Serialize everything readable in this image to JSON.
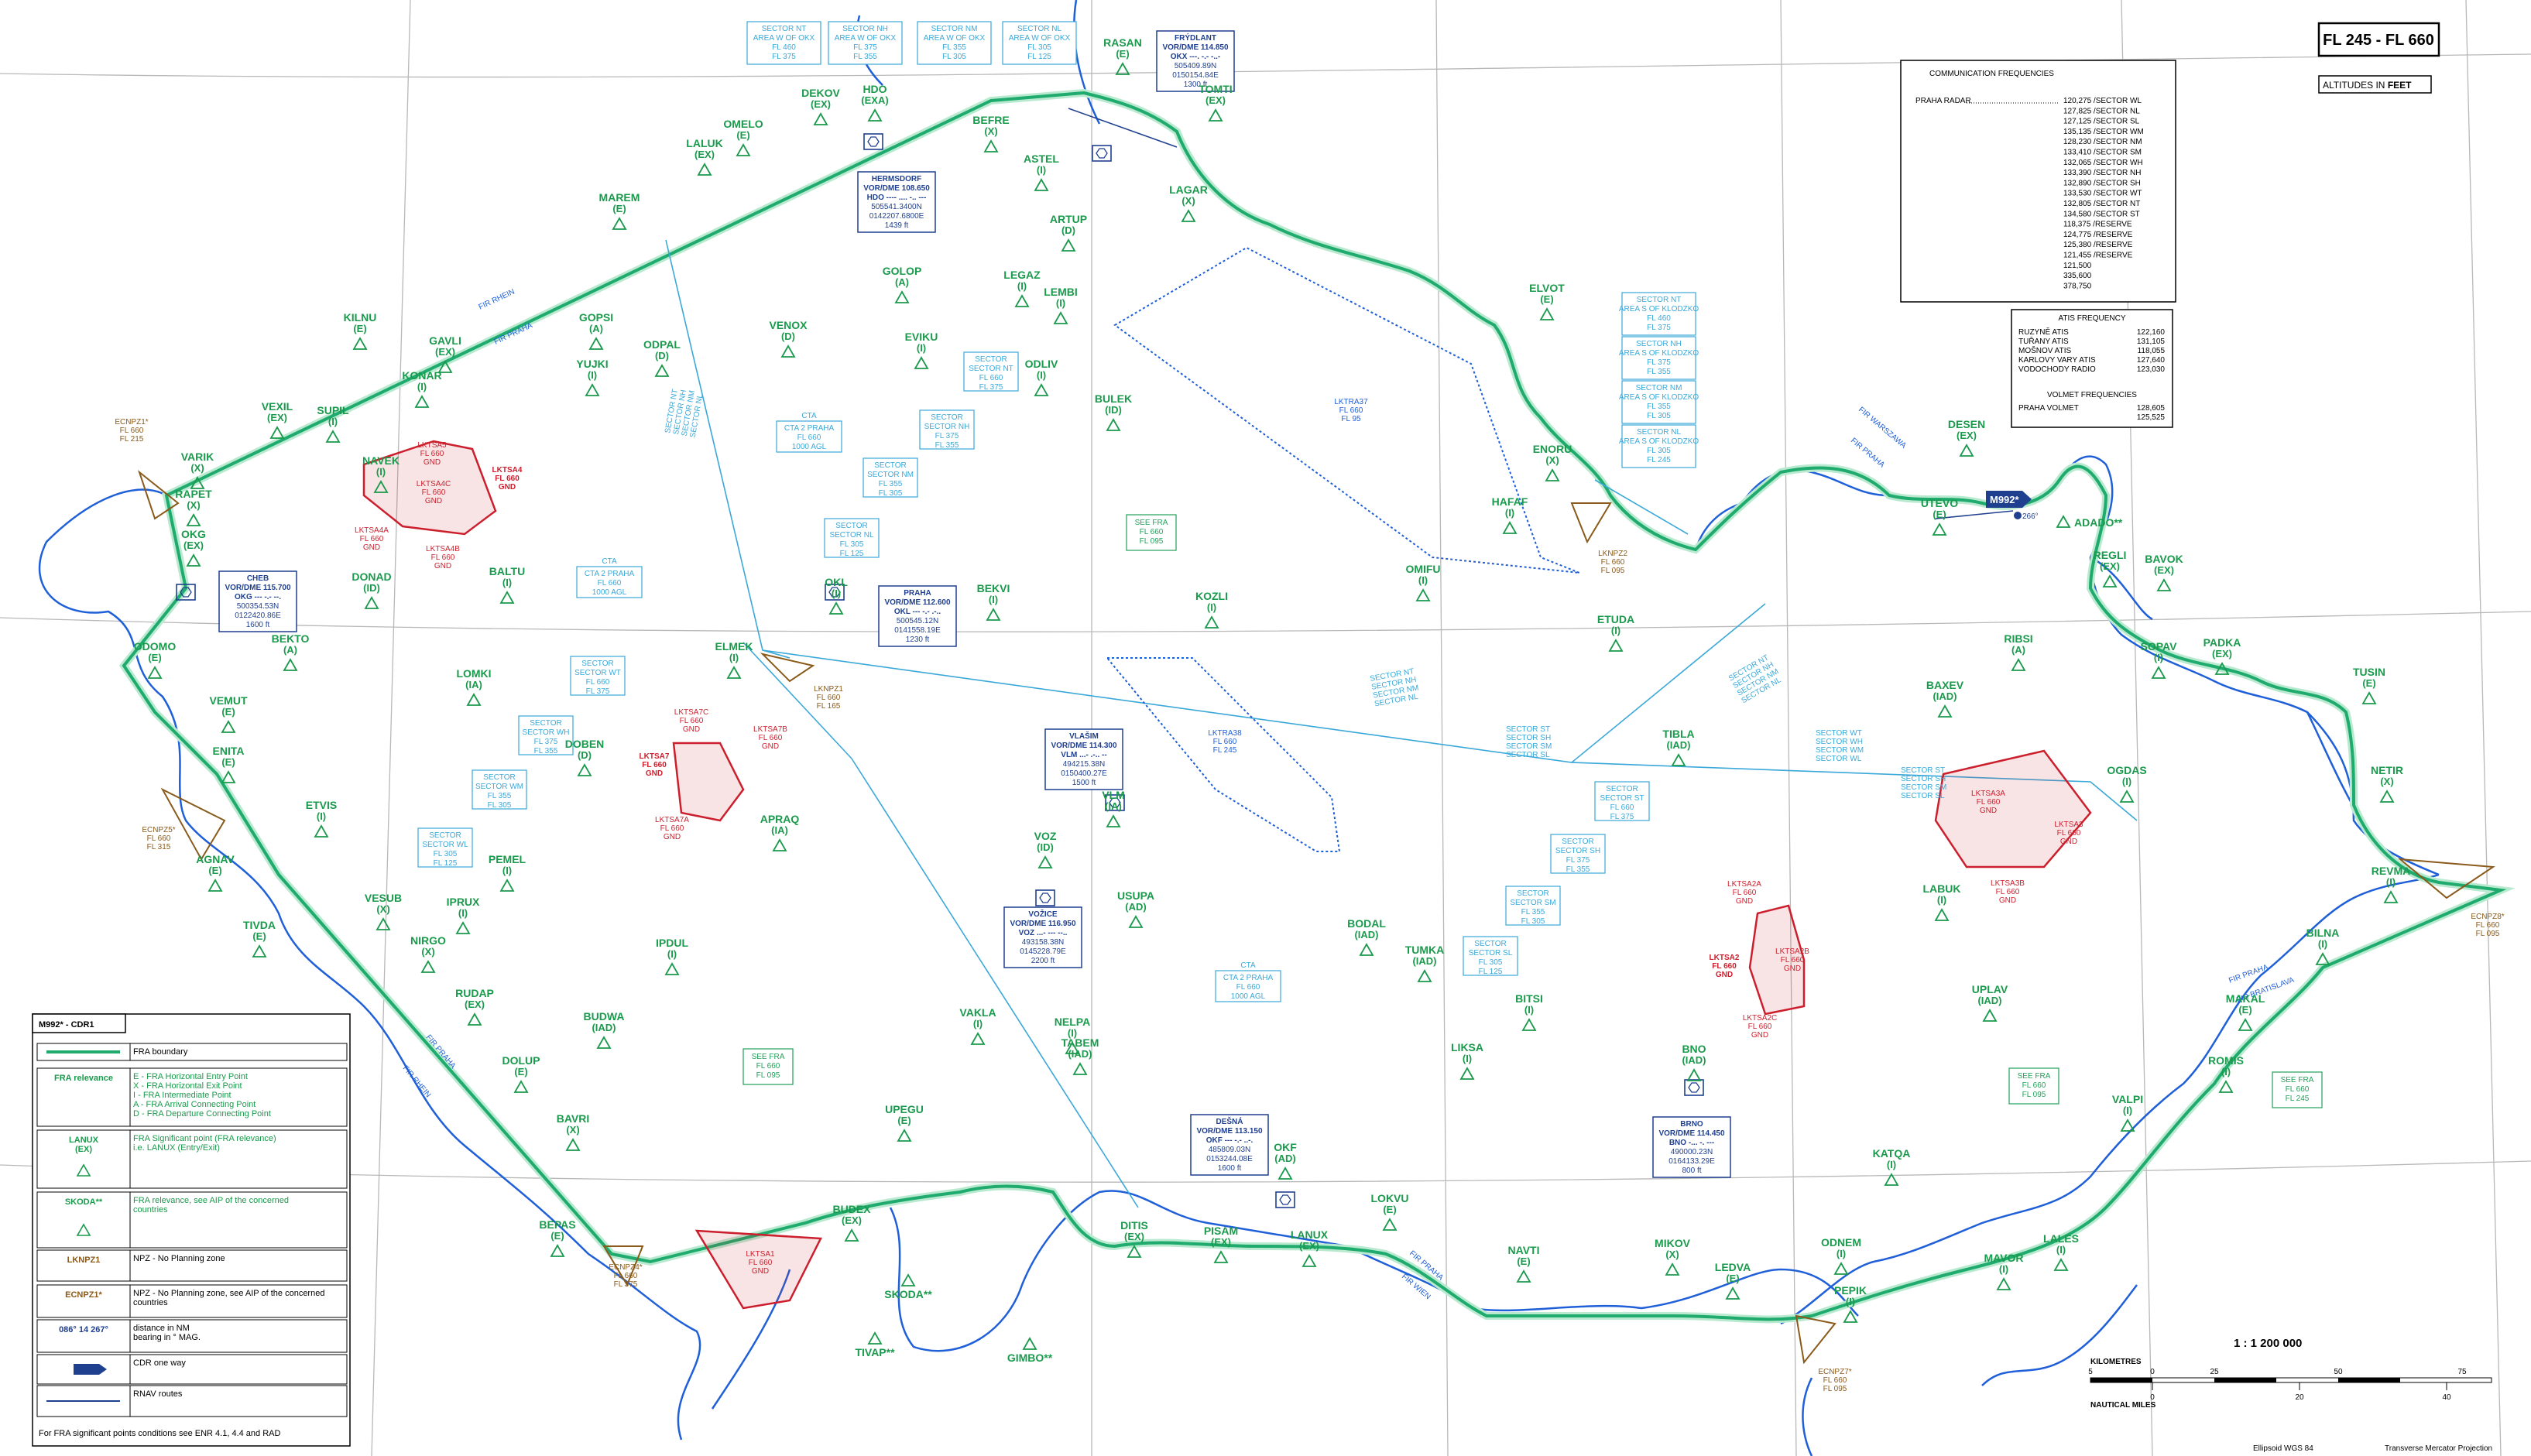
{
  "title": "FL 245 - FL 660",
  "altitudes_note": "ALTITUDES IN",
  "altitudes_unit": "FEET",
  "comm": {
    "heading": "COMMUNICATION FREQUENCIES",
    "station": "PRAHA RADAR",
    "rows": [
      "120,275 /SECTOR WL",
      "127,825 /SECTOR NL",
      "127,125 /SECTOR SL",
      "135,135 /SECTOR WM",
      "128,230 /SECTOR NM",
      "133,410 /SECTOR SM",
      "132,065 /SECTOR WH",
      "133,390 /SECTOR NH",
      "132,890 /SECTOR SH",
      "133,530 /SECTOR WT",
      "132,805 /SECTOR NT",
      "134,580 /SECTOR ST",
      "118,375 /RESERVE",
      "124,775 /RESERVE",
      "125,380 /RESERVE",
      "121,455 /RESERVE",
      "121,500",
      "335,600",
      "378,750"
    ]
  },
  "atis": {
    "heading": "ATIS FREQUENCY",
    "rows": [
      [
        "RUZYNĚ ATIS",
        "122,160"
      ],
      [
        "TUŘANY ATIS",
        "131,105"
      ],
      [
        "MOŠNOV ATIS",
        "118,055"
      ],
      [
        "KARLOVY VARY ATIS",
        "127,640"
      ],
      [
        "VODOCHODY RADIO",
        "123,030"
      ]
    ],
    "volmet_heading": "VOLMET FREQUENCIES",
    "volmet": [
      [
        "PRAHA VOLMET",
        "128,605"
      ],
      [
        "",
        "125,525"
      ]
    ]
  },
  "legend": {
    "title": "M992* - CDR1",
    "rows": [
      {
        "left": "",
        "text": "FRA boundary"
      },
      {
        "left": "FRA relevance",
        "text": "E - FRA Horizontal Entry Point\nX - FRA Horizontal Exit Point\nI - FRA Intermediate Point\nA - FRA Arrival Connecting Point\nD - FRA Departure Connecting Point"
      },
      {
        "left": "LANUX\n(EX)",
        "text": "FRA Significant point (FRA relevance)\ni.e. LANUX (Entry/Exit)"
      },
      {
        "left": "SKODA**",
        "text": "FRA relevance, see AIP of the concerned\ncountries"
      },
      {
        "left": "LKNPZ1",
        "text": "NPZ - No Planning zone"
      },
      {
        "left": "ECNPZ1*",
        "text": "NPZ - No Planning zone, see AIP of the concerned\ncountries"
      },
      {
        "left": "086°  14  267°",
        "text": "distance in NM\nbearing in ° MAG."
      },
      {
        "left": "",
        "text": "CDR one way"
      },
      {
        "left": "",
        "text": "RNAV routes"
      }
    ],
    "footer": "For FRA significant points conditions see ENR 4.1, 4.4 and RAD"
  },
  "scale": {
    "ratio": "1 : 1 200 000",
    "km_label": "KILOMETRES",
    "km_ticks": [
      "5",
      "0",
      "25",
      "50",
      "75"
    ],
    "nm_label": "NAUTICAL MILES",
    "nm_ticks": [
      "0",
      "20",
      "40"
    ]
  },
  "footer": {
    "ellipsoid": "Ellipsoid WGS 84",
    "projection": "Transverse Mercator Projection"
  },
  "cdr": {
    "route": "M992*",
    "bearing": "266°"
  },
  "fir_labels": [
    "FIR RHEIN",
    "FIR PRAHA",
    "FIR PRAHA",
    "FIR RHEIN",
    "FIR PRAHA",
    "FIR WIEN",
    "FIR PRAHA",
    "FIR WARSZAWA",
    "FIR PRAHA",
    "FIR BRATISLAVA"
  ],
  "points": [
    {
      "n": "DEKOV",
      "r": "(EX)"
    },
    {
      "n": "HDO",
      "r": "(EXA)"
    },
    {
      "n": "RASAN",
      "r": "(E)"
    },
    {
      "n": "TOMTI",
      "r": "(EX)"
    },
    {
      "n": "BEFRE",
      "r": "(X)"
    },
    {
      "n": "ASTEL",
      "r": "(I)"
    },
    {
      "n": "OMELO",
      "r": "(E)"
    },
    {
      "n": "LALUK",
      "r": "(EX)"
    },
    {
      "n": "MAREM",
      "r": "(E)"
    },
    {
      "n": "LAGAR",
      "r": "(X)"
    },
    {
      "n": "ARTUP",
      "r": "(D)"
    },
    {
      "n": "GOLOP",
      "r": "(A)"
    },
    {
      "n": "LEGAZ",
      "r": "(I)"
    },
    {
      "n": "LEMBI",
      "r": "(I)"
    },
    {
      "n": "KILNU",
      "r": "(E)"
    },
    {
      "n": "GOPSI",
      "r": "(A)"
    },
    {
      "n": "VENOX",
      "r": "(D)"
    },
    {
      "n": "EVIKU",
      "r": "(I)"
    },
    {
      "n": "GAVLI",
      "r": "(EX)"
    },
    {
      "n": "ODPAL",
      "r": "(D)"
    },
    {
      "n": "YUJKI",
      "r": "(I)"
    },
    {
      "n": "ODLIV",
      "r": "(I)"
    },
    {
      "n": "KONAR",
      "r": "(I)"
    },
    {
      "n": "VEXIL",
      "r": "(EX)"
    },
    {
      "n": "SUPIL",
      "r": "(I)"
    },
    {
      "n": "BULEK",
      "r": "(ID)"
    },
    {
      "n": "VARIK",
      "r": "(X)"
    },
    {
      "n": "NAVEK",
      "r": "(I)"
    },
    {
      "n": "RAPET",
      "r": "(X)"
    },
    {
      "n": "OKG",
      "r": "(EX)"
    },
    {
      "n": "DONAD",
      "r": "(ID)"
    },
    {
      "n": "BALTU",
      "r": "(I)"
    },
    {
      "n": "OKL",
      "r": "(I)"
    },
    {
      "n": "BEKVI",
      "r": "(I)"
    },
    {
      "n": "KOZLI",
      "r": "(I)"
    },
    {
      "n": "OMIFU",
      "r": "(I)"
    },
    {
      "n": "HAFAF",
      "r": "(I)"
    },
    {
      "n": "ELVOT",
      "r": "(E)"
    },
    {
      "n": "ENORU",
      "r": "(X)"
    },
    {
      "n": "DESEN",
      "r": "(EX)"
    },
    {
      "n": "ADADO**",
      "r": ""
    },
    {
      "n": "UTEVO",
      "r": "(E)"
    },
    {
      "n": "REGLI",
      "r": "(EX)"
    },
    {
      "n": "BAVOK",
      "r": "(EX)"
    },
    {
      "n": "ODOMO",
      "r": "(E)"
    },
    {
      "n": "BEKTO",
      "r": "(A)"
    },
    {
      "n": "ELMEK",
      "r": "(I)"
    },
    {
      "n": "ETUDA",
      "r": "(I)"
    },
    {
      "n": "RIBSI",
      "r": "(A)"
    },
    {
      "n": "SOPAV",
      "r": "(I)"
    },
    {
      "n": "PADKA",
      "r": "(EX)"
    },
    {
      "n": "TUSIN",
      "r": "(E)"
    },
    {
      "n": "LOMKI",
      "r": "(IA)"
    },
    {
      "n": "VEMUT",
      "r": "(E)"
    },
    {
      "n": "DOBEN",
      "r": "(D)"
    },
    {
      "n": "BAXEV",
      "r": "(IAD)"
    },
    {
      "n": "TIBLA",
      "r": "(IAD)"
    },
    {
      "n": "ENITA",
      "r": "(E)"
    },
    {
      "n": "ETVIS",
      "r": "(I)"
    },
    {
      "n": "APRAQ",
      "r": "(IA)"
    },
    {
      "n": "VLM",
      "r": "(IA)"
    },
    {
      "n": "NETIR",
      "r": "(X)"
    },
    {
      "n": "OGDAS",
      "r": "(I)"
    },
    {
      "n": "AGNAV",
      "r": "(E)"
    },
    {
      "n": "PEMEL",
      "r": "(I)"
    },
    {
      "n": "VOZ",
      "r": "(ID)"
    },
    {
      "n": "REVMA",
      "r": "(I)"
    },
    {
      "n": "TIVDA",
      "r": "(E)"
    },
    {
      "n": "VESUB",
      "r": "(X)"
    },
    {
      "n": "IPRUX",
      "r": "(I)"
    },
    {
      "n": "USUPA",
      "r": "(AD)"
    },
    {
      "n": "BODAL",
      "r": "(IAD)"
    },
    {
      "n": "LABUK",
      "r": "(I)"
    },
    {
      "n": "NIRGO",
      "r": "(X)"
    },
    {
      "n": "IPDUL",
      "r": "(I)"
    },
    {
      "n": "TUMKA",
      "r": "(IAD)"
    },
    {
      "n": "BILNA",
      "r": "(I)"
    },
    {
      "n": "RUDAP",
      "r": "(EX)"
    },
    {
      "n": "VAKLA",
      "r": "(I)"
    },
    {
      "n": "BITSI",
      "r": "(I)"
    },
    {
      "n": "UPLAV",
      "r": "(IAD)"
    },
    {
      "n": "BUDWA",
      "r": "(IAD)"
    },
    {
      "n": "NELPA",
      "r": "(I)"
    },
    {
      "n": "MAKAL",
      "r": "(E)"
    },
    {
      "n": "TABEM",
      "r": "(IAD)"
    },
    {
      "n": "LIKSA",
      "r": "(I)"
    },
    {
      "n": "BNO",
      "r": "(IAD)"
    },
    {
      "n": "DOLUP",
      "r": "(E)"
    },
    {
      "n": "ROMIS",
      "r": "(I)"
    },
    {
      "n": "BAVRI",
      "r": "(X)"
    },
    {
      "n": "UPEGU",
      "r": "(E)"
    },
    {
      "n": "VALPI",
      "r": "(I)"
    },
    {
      "n": "OKF",
      "r": "(AD)"
    },
    {
      "n": "KATQA",
      "r": "(I)"
    },
    {
      "n": "BEPAS",
      "r": "(E)"
    },
    {
      "n": "BUDEX",
      "r": "(EX)"
    },
    {
      "n": "LOKVU",
      "r": "(E)"
    },
    {
      "n": "DITIS",
      "r": "(EX)"
    },
    {
      "n": "PISAM",
      "r": "(EX)"
    },
    {
      "n": "LANUX",
      "r": "(EX)"
    },
    {
      "n": "SKODA**",
      "r": ""
    },
    {
      "n": "ODNEM",
      "r": "(I)"
    },
    {
      "n": "LALES",
      "r": "(I)"
    },
    {
      "n": "NAVTI",
      "r": "(E)"
    },
    {
      "n": "MIKOV",
      "r": "(X)"
    },
    {
      "n": "MAVOR",
      "r": "(I)"
    },
    {
      "n": "LEDVA",
      "r": "(E)"
    },
    {
      "n": "PEPIK",
      "r": "(I)"
    },
    {
      "n": "TIVAP**",
      "r": ""
    },
    {
      "n": "GIMBO**",
      "r": ""
    }
  ],
  "sectors": [
    [
      "SECTOR NT",
      "AREA W OF OKX",
      "FL 460",
      "FL 375"
    ],
    [
      "SECTOR NH",
      "AREA W OF OKX",
      "FL 375",
      "FL 355"
    ],
    [
      "SECTOR NM",
      "AREA W OF OKX",
      "FL 355",
      "FL 305"
    ],
    [
      "SECTOR NL",
      "AREA W OF OKX",
      "FL 305",
      "FL 125"
    ],
    [
      "SECTOR NT",
      "AREA S OF KLODZKO",
      "FL 460",
      "FL 375"
    ],
    [
      "SECTOR NH",
      "AREA S OF KLODZKO",
      "FL 375",
      "FL 355"
    ],
    [
      "SECTOR NM",
      "AREA S OF KLODZKO",
      "FL 355",
      "FL 305"
    ],
    [
      "SECTOR NL",
      "AREA S OF KLODZKO",
      "FL 305",
      "FL 245"
    ],
    [
      "SECTOR",
      "SECTOR NT",
      "FL 660",
      "FL 375"
    ],
    [
      "SECTOR",
      "SECTOR NH",
      "FL 375",
      "FL 355"
    ],
    [
      "SECTOR",
      "SECTOR NM",
      "FL 355",
      "FL 305"
    ],
    [
      "SECTOR",
      "SECTOR NL",
      "FL 305",
      "FL 125"
    ],
    [
      "SECTOR",
      "SECTOR WT",
      "FL 660",
      "FL 375"
    ],
    [
      "SECTOR",
      "SECTOR WH",
      "FL 375",
      "FL 355"
    ],
    [
      "SECTOR",
      "SECTOR WM",
      "FL 355",
      "FL 305"
    ],
    [
      "SECTOR",
      "SECTOR WL",
      "FL 305",
      "FL 125"
    ],
    [
      "SECTOR",
      "SECTOR ST",
      "FL 660",
      "FL 375"
    ],
    [
      "SECTOR",
      "SECTOR SH",
      "FL 375",
      "FL 355"
    ],
    [
      "SECTOR",
      "SECTOR SM",
      "FL 355",
      "FL 305"
    ],
    [
      "SECTOR",
      "SECTOR SL",
      "FL 305",
      "FL 125"
    ]
  ],
  "navaids": [
    {
      "name": "HERMSDORF",
      "l1": "VOR/DME 108.650",
      "l2": "HDO ---- .... -.. ---",
      "l3": "505541.3400N",
      "l4": "0142207.6800E",
      "l5": "1439 ft"
    },
    {
      "name": "FRÝDLANT",
      "l1": "VOR/DME 114.850",
      "l2": "OKX ---.  -.-  -..-",
      "l3": "505409.89N",
      "l4": "0150154.84E",
      "l5": "1300 ft"
    },
    {
      "name": "CHEB",
      "l1": "VOR/DME 115.700",
      "l2": "OKG ---  -.-  --.",
      "l3": "500354.53N",
      "l4": "0122420.86E",
      "l5": "1600 ft"
    },
    {
      "name": "PRAHA",
      "l1": "VOR/DME 112.600",
      "l2": "OKL ---  -.-  .-..",
      "l3": "500545.12N",
      "l4": "0141558.19E",
      "l5": "1230 ft"
    },
    {
      "name": "VLAŠIM",
      "l1": "VOR/DME 114.300",
      "l2": "VLM  ...-  .-..  --",
      "l3": "494215.38N",
      "l4": "0150400.27E",
      "l5": "1500 ft"
    },
    {
      "name": "VOŽICE",
      "l1": "VOR/DME 116.950",
      "l2": "VOZ  ...-  ---  --..",
      "l3": "493158.38N",
      "l4": "0145228.79E",
      "l5": "2200 ft"
    },
    {
      "name": "DEŠNÁ",
      "l1": "VOR/DME 113.150",
      "l2": "OKF ---  -.-  ..-.",
      "l3": "485809.03N",
      "l4": "0153244.08E",
      "l5": "1600 ft"
    },
    {
      "name": "BRNO",
      "l1": "VOR/DME 114.450",
      "l2": "BNO  -...  -.  ---",
      "l3": "490000.23N",
      "l4": "0164133.29E",
      "l5": "800 ft"
    }
  ],
  "ctas": [
    [
      "CTA",
      "CTA 2 PRAHA",
      "FL 660",
      "1000 AGL"
    ],
    [
      "CTA",
      "CTA 2 PRAHA",
      "FL 660",
      "1000 AGL"
    ],
    [
      "CTA",
      "CTA 2 PRAHA",
      "FL 660",
      "1000 AGL"
    ]
  ],
  "see_fra": [
    [
      "SEE FRA",
      "FL 660",
      "FL 095"
    ],
    [
      "SEE FRA",
      "FL 660",
      "FL 095"
    ],
    [
      "SEE FRA",
      "FL 660",
      "FL 095"
    ],
    [
      "SEE FRA",
      "FL 660",
      "FL 245"
    ]
  ],
  "restricted": [
    [
      "LKTSA5",
      "FL 660",
      "GND"
    ],
    [
      "LKTSA4",
      "FL 660",
      "GND"
    ],
    [
      "LKTSA4C",
      "FL 660",
      "GND"
    ],
    [
      "LKTSA4A",
      "FL 660",
      "GND"
    ],
    [
      "LKTSA4B",
      "FL 660",
      "GND"
    ],
    [
      "LKTSA7C",
      "FL 660",
      "GND"
    ],
    [
      "LKTSA7B",
      "FL 660",
      "GND"
    ],
    [
      "LKTSA7",
      "FL 660",
      "GND"
    ],
    [
      "LKTSA7A",
      "FL 660",
      "GND"
    ],
    [
      "LKTSA3A",
      "FL 660",
      "GND"
    ],
    [
      "LKTSA3",
      "FL 660",
      "GND"
    ],
    [
      "LKTSA3B",
      "FL 660",
      "GND"
    ],
    [
      "LKTSA2A",
      "FL 660",
      "GND"
    ],
    [
      "LKTSA2",
      "FL 660",
      "GND"
    ],
    [
      "LKTSA2B",
      "FL 660",
      "GND"
    ],
    [
      "LKTSA2C",
      "FL 660",
      "GND"
    ],
    [
      "LKTSA1",
      "FL 660",
      "GND"
    ]
  ],
  "tra": [
    [
      "LKTRA37",
      "FL 660",
      "FL 95"
    ],
    [
      "LKTRA38",
      "FL 660",
      "FL 245"
    ]
  ],
  "npz": [
    [
      "ECNPZ1*",
      "FL 660",
      "FL 215"
    ],
    [
      "ECNPZ5*",
      "FL 660",
      "FL 315"
    ],
    [
      "ECNPZ4*",
      "FL 660",
      "FL 375"
    ],
    [
      "LKNPZ1",
      "FL 660",
      "FL 165"
    ],
    [
      "LKNPZ2",
      "FL 660",
      "FL 095"
    ],
    [
      "ECNPZ7*",
      "FL 660",
      "FL 095"
    ],
    [
      "ECNPZ8*",
      "FL 660",
      "FL 095"
    ]
  ],
  "sector_lines": [
    [
      "SECTOR NT",
      "SECTOR NH",
      "SECTOR NM",
      "SECTOR NL"
    ],
    [
      "SECTOR ST",
      "SECTOR SH",
      "SECTOR SM",
      "SECTOR SL"
    ],
    [
      "SECTOR NT",
      "SECTOR NH",
      "SECTOR NM",
      "SECTOR NL"
    ],
    [
      "SECTOR ST",
      "SECTOR SH",
      "SECTOR SM",
      "SECTOR SL"
    ],
    [
      "SECTOR WT",
      "SECTOR WH",
      "SECTOR WM",
      "SECTOR WL"
    ],
    [
      "SECTOR NT",
      "SECTOR NH",
      "SECTOR NM",
      "SECTOR NL"
    ],
    [
      "SECTOR ST",
      "SECTOR SH",
      "SECTOR SM",
      "SECTOR SL"
    ]
  ],
  "colors": {
    "fra": "#1faa6e",
    "fra_halo": "#b9ead0",
    "border": "#1f5fd8",
    "sector": "#3aa8d8",
    "nav": "#1f3f8f",
    "restricted": "#cc1f2d",
    "npz": "#8a5a1a",
    "point": "#1a9a4c",
    "grid": "#b8b8b8"
  }
}
